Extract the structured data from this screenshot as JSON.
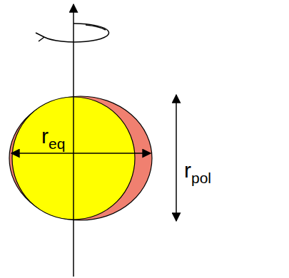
{
  "diagram": {
    "labels": [
      "r",
      "eq",
      "r",
      "pol"
    ]
  }
}
